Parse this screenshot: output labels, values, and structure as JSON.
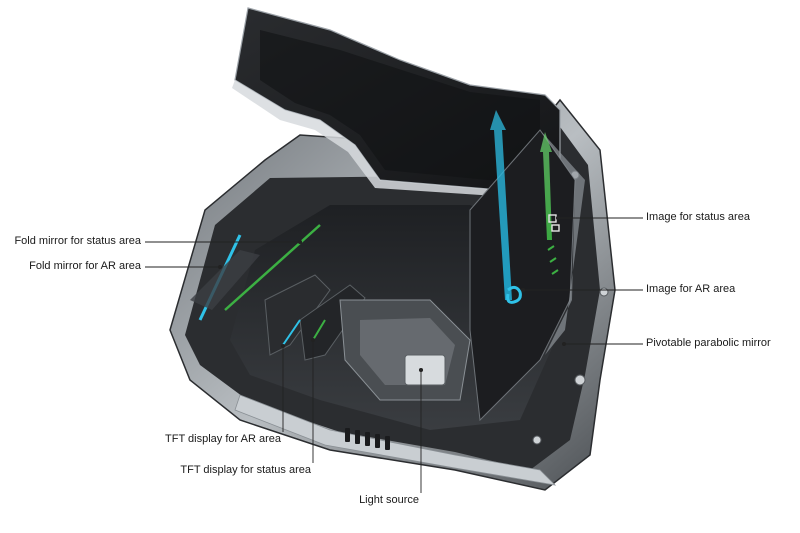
{
  "labels": {
    "fold_mirror_status": "Fold mirror for status area",
    "fold_mirror_ar": "Fold mirror for AR area",
    "image_status": "Image for status area",
    "image_ar": "Image for AR area",
    "parabolic_mirror": "Pivotable parabolic mirror",
    "tft_ar": "TFT display for AR area",
    "tft_status": "TFT display for status area",
    "light_source": "Light source"
  },
  "colors": {
    "housing_dark": "#2b2d30",
    "housing_mid": "#3c3f43",
    "housing_light": "#9aa0a6",
    "ar_blue": "#1fa3c9",
    "status_green": "#3cb043",
    "leader": "#222222"
  }
}
